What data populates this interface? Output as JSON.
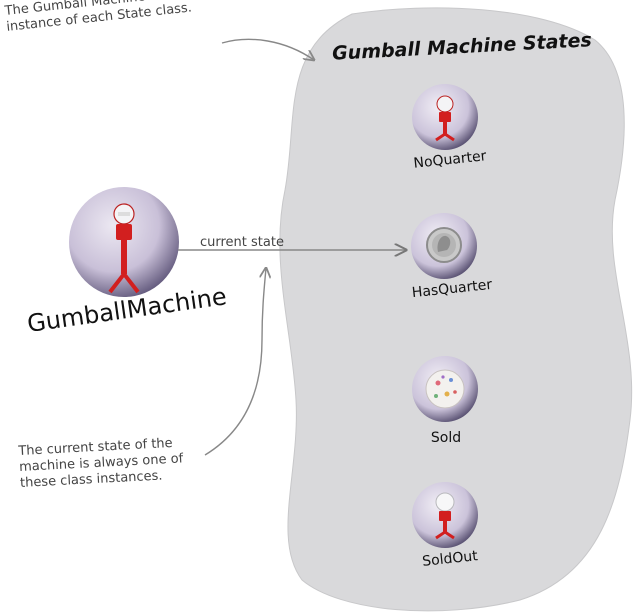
{
  "title": "Gumball Machine States",
  "note_top": "The Gumball Machine now holds an\ninstance of each State class.",
  "note_bottom": "The current state of the\nmachine is always one of\nthese class instances.",
  "context": {
    "label": "GumballMachine",
    "icon": "gumball-machine-icon"
  },
  "arrow_label": "current state",
  "states": [
    {
      "label": "NoQuarter",
      "icon": "gumball-machine-icon"
    },
    {
      "label": "HasQuarter",
      "icon": "quarter-coin-icon"
    },
    {
      "label": "Sold",
      "icon": "gumball-icon"
    },
    {
      "label": "SoldOut",
      "icon": "empty-gumball-machine-icon"
    }
  ],
  "colors": {
    "panel": "#d9d9db",
    "circle": "#cfc7dd",
    "circle_rim": "#5d5478",
    "machine_red": "#d21f1f"
  }
}
